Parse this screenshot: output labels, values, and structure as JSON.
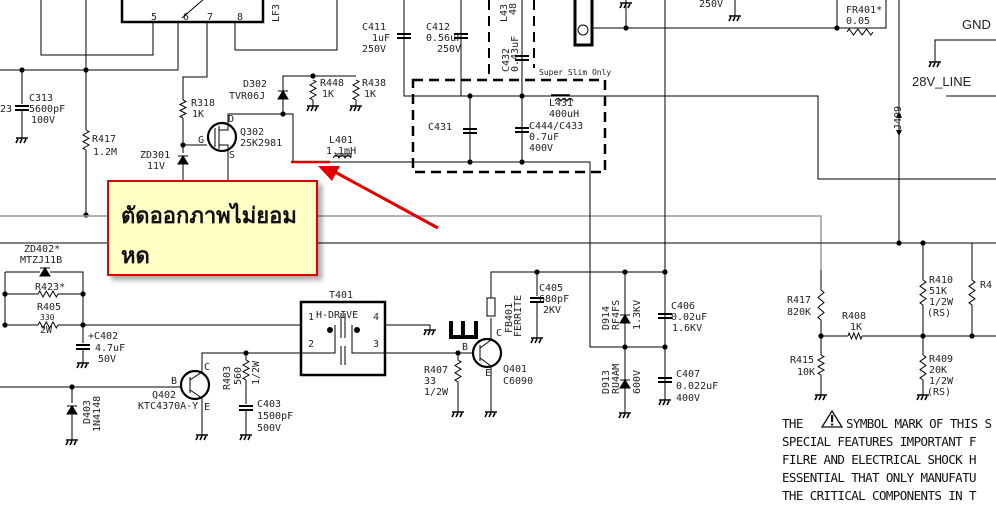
{
  "labels": {
    "ic_pin5": "5",
    "ic_pin6": "6",
    "ic_pin7": "7",
    "ic_pin8": "8",
    "ic_name": "LF3",
    "c313_name": "C313",
    "c313_val": "5600pF",
    "c313_v": "100V",
    "left_23": "23",
    "r417a_name": "R417",
    "r417a_val": "1.2M",
    "r318_name": "R318",
    "r318_val": "1K",
    "q302_d": "D",
    "q302_g": "G",
    "q302_s": "S",
    "q302_name": "Q302",
    "q302_part": "2SK2981",
    "zd301_name": "ZD301",
    "zd301_val": "11V",
    "d302_name": "D302",
    "d302_part": "TVR06J",
    "r448_name": "R448",
    "r448_val": "1K",
    "r438_name": "R438",
    "r438_val": "1K",
    "l401_name": "L401",
    "l401_val": "1.1mH",
    "c411_name": "C411",
    "c411_val": "1uF",
    "c411_v": "250V",
    "c412_name": "C412",
    "c412_val": "0.56uF",
    "c412_v": "250V",
    "c432_name": "C432",
    "c432_val": "0.43uF",
    "l43x": "L43",
    "l43x_val": "48",
    "super_slim": "Super Slim Only",
    "c431_name": "C431",
    "l431_name": "L431",
    "l431_val": "400uH",
    "c444_name": "C444/C433",
    "c444_val": "0.7uF",
    "c444_v": "400V",
    "top_250v": "250V",
    "fr401_name": "FR401*",
    "fr401_val": "0.05",
    "gnd": "GND",
    "line28": "28V_LINE",
    "j409": "J409",
    "zd402_name": "ZD402*",
    "zd402_part": "MTZJ11B",
    "r423_name": "R423*",
    "r405_name": "R405",
    "r405_val": "330",
    "r405_w": "2W",
    "c402_name": "+C402",
    "c402_val": "4.7uF",
    "c402_v": "50V",
    "d403_name": "D403",
    "d403_part": "1N4148",
    "q402_b": "B",
    "q402_c": "C",
    "q402_e": "E",
    "q402_name": "Q402",
    "q402_part": "KTC4370A-Y",
    "r403_name": "R403",
    "r403_val": "560",
    "r403_w": "1/2W",
    "c403_name": "C403",
    "c403_val": "1500pF",
    "c403_v": "500V",
    "t401_name": "T401",
    "t401_type": "H-DRIVE",
    "t401_p1": "1",
    "t401_p2": "2",
    "t401_p3": "3",
    "t401_p4": "4",
    "r407_name": "R407",
    "r407_val": "33",
    "r407_w": "1/2W",
    "q401_b": "B",
    "q401_c": "C",
    "q401_e": "E",
    "q401_name": "Q401",
    "q401_part": "C6090",
    "fb401_name": "FB401",
    "fb401_part": "FERRITE",
    "c405_name": "C405",
    "c405_val": "680pF",
    "c405_v": "2KV",
    "d914_name": "D914",
    "d914_part": "RF4FS",
    "d914_v": "1.3KV",
    "d913_name": "D913",
    "d913_part": "RU4AM",
    "d913_v": "600V",
    "c406_name": "C406",
    "c406_val": "0.02uF",
    "c406_v": "1.6KV",
    "c407_name": "C407",
    "c407_val": "0.022uF",
    "c407_v": "400V",
    "r417b_name": "R417",
    "r417b_val": "820K",
    "r408_name": "R408",
    "r408_val": "1K",
    "r415_name": "R415",
    "r415_val": "10K",
    "r410_name": "R410",
    "r410_val": "51K",
    "r410_w": "1/2W",
    "r410_t": "(RS)",
    "r409_name": "R409",
    "r409_val": "20K",
    "r409_w": "1/2W",
    "r409_t": "(RS)",
    "r4x_name": "R4"
  },
  "note": {
    "line1a": "THE",
    "line1b": "SYMBOL MARK OF THIS S",
    "line2": "SPECIAL FEATURES IMPORTANT F",
    "line3": "FILRE AND ELECTRICAL SHOCK H",
    "line4": "ESSENTIAL THAT ONLY MANUFATU",
    "line5": "THE CRITICAL COMPONENTS IN T"
  },
  "callout": {
    "line1": "ตัดออกภาพไม่ยอม",
    "line2": "หด"
  },
  "colors": {
    "annotation": "#e00000",
    "callout_bg": "#ffffc6",
    "wire": "#000000",
    "bus": "#999999"
  }
}
